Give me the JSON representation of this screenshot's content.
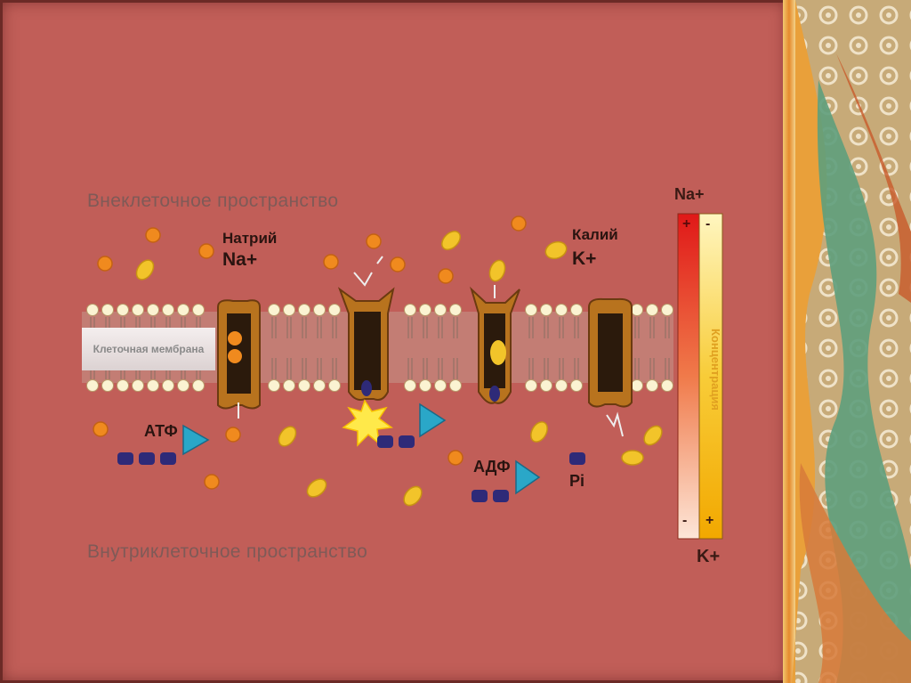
{
  "diagram": {
    "extracellular_label": "Внеклеточное пространство",
    "intracellular_label": "Внутриклеточное пространство",
    "membrane_label": "Клеточная мембрана",
    "sodium_label": "Натрий",
    "sodium_symbol": "Na+",
    "potassium_label": "Калий",
    "potassium_symbol": "K+",
    "atp_label": "АТФ",
    "adp_label": "АДФ",
    "pi_label": "Pi",
    "gradient": {
      "label": "Концентрация",
      "top_symbol": "Na+",
      "bottom_symbol": "K+",
      "sodium_top_sign": "+",
      "potassium_top_sign": "-",
      "sodium_bottom_sign": "-",
      "potassium_bottom_sign": "+"
    }
  },
  "colors": {
    "background": "#c15e58",
    "sodium_ion": "#f08a1e",
    "potassium_ion": "#f2c42a",
    "protein": "#b8731e",
    "atp": "#2e2a78",
    "phosphate_arrow": "#2aa7c8"
  }
}
